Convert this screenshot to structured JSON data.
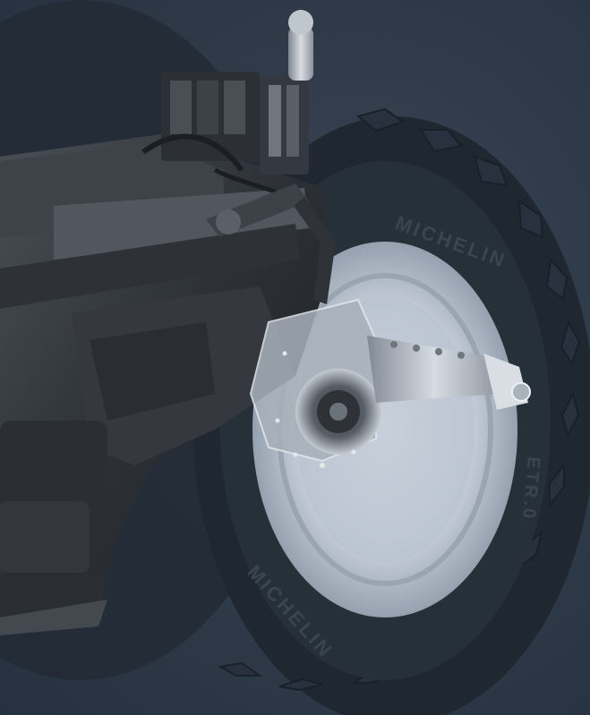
{
  "scene": {
    "alt": "Cutaway render of a tractor rear axle, hitch and wheel over a dark slate background",
    "tire_brand_upper": "MICHELIN",
    "tire_brand_lower": "MICHELIN",
    "tire_code": "ETR.0"
  },
  "palette": {
    "background": "#2f3a47",
    "tire": "#202833",
    "tire_tread": "#2a3340",
    "rim": "#c9d2dd",
    "rim_shadow": "#8d99a8",
    "chassis_dark": "#24272c",
    "chassis_mid": "#3c4047",
    "chassis_light": "#5a5f67",
    "metal": "#9aa2ad",
    "metal_light": "#d5dbe2"
  }
}
